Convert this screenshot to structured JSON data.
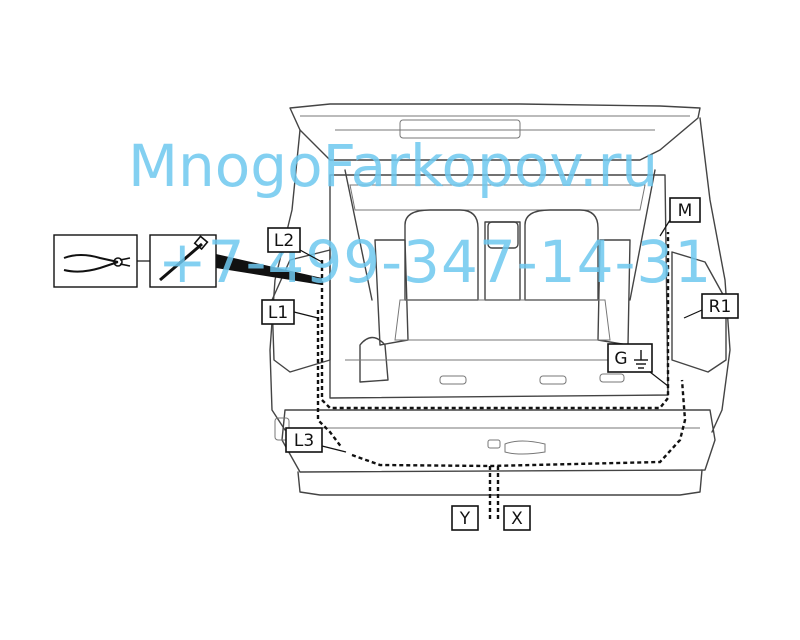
{
  "watermark": {
    "line1": "MnogoFarkopov.ru",
    "line2": "+7-499-347-14-31",
    "color": "#6ec8ef"
  },
  "tools": {
    "pliers_icon": "pliers-icon",
    "cable_tie_icon": "cable-tie-icon"
  },
  "labels": {
    "L1": "L1",
    "L2": "L2",
    "L3": "L3",
    "M": "M",
    "R1": "R1",
    "G": "G",
    "Y": "Y",
    "X": "X"
  },
  "ground_icon": "ground-symbol-icon"
}
